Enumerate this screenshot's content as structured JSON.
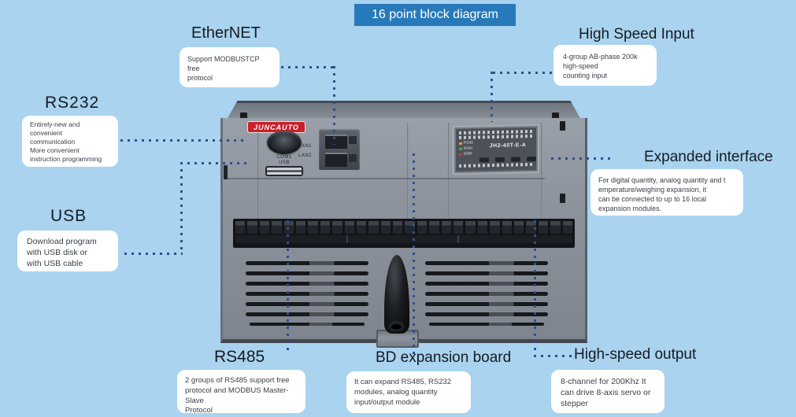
{
  "colors": {
    "background": "#a9d3ef",
    "banner_bg": "#2779b9",
    "connector": "#30508c",
    "box_bg": "#ffffff",
    "heading_text": "#171b22",
    "brand_red": "#c9202b"
  },
  "banner": {
    "text": "16 point block diagram"
  },
  "callouts": {
    "ethernet": {
      "label": "EtherNET",
      "body": "Support MODBUSTCP free\nprotocol"
    },
    "high_speed_input": {
      "label": "High Speed Input",
      "body": "4-group AB-phase 200k\nhigh-speed\ncounting input"
    },
    "rs232": {
      "label": "RS232",
      "body": "Entirely-new and\nconvenient\ncommunication\nMore convenient\ninstruction programming"
    },
    "expanded_interface": {
      "label": "Expanded interface",
      "body": "For digital quantity, analog quantity and t\nemperature/weighing expansion, it\ncan be connected to up to 16 local\nexpansion modules."
    },
    "usb": {
      "label": "USB",
      "body": "Download program\nwith USB disk or\nwith USB cable"
    },
    "rs485": {
      "label": "RS485",
      "body": "2 groups of RS485 support free\nprotocol and MODBUS Master-Slave\nProtocol"
    },
    "bd_expansion": {
      "label": "BD expansion board",
      "body": "It can expand RS485, RS232\nmodules, analog quantity\ninput/output module"
    },
    "high_speed_output": {
      "label": "High-speed output",
      "body": "8-channel for 200Khz It\ncan drive 8-axis servo or\nstepper"
    }
  },
  "device": {
    "brand": "JUNCAUTO",
    "model": "JH2-40T-E-A",
    "ports": {
      "com1": "COM1",
      "usb": "USB",
      "lan1": "LAN1",
      "lan2": "LAN2"
    },
    "leds": [
      {
        "label": "POW",
        "color": "#e6a23c"
      },
      {
        "label": "RUN",
        "color": "#3cb54a"
      },
      {
        "label": "ERR",
        "color": "#d9342b"
      }
    ]
  }
}
